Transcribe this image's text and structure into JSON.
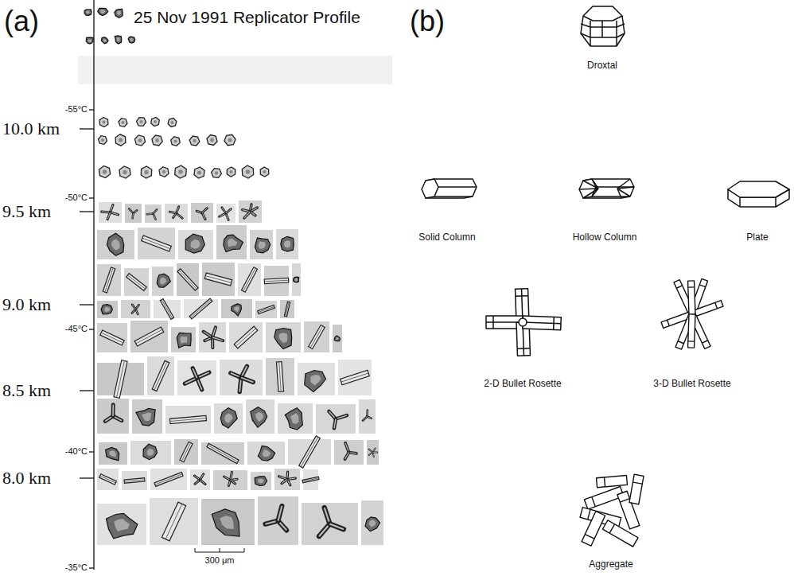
{
  "diagram": {
    "labels": [
      "(a)",
      "25 Nov 1991 Replicator Profile",
      "-55°C",
      "10.0 km",
      "-50°C",
      "9.5 km",
      "9.0 km",
      "-45°C",
      "8.5 km",
      "-40°C",
      "8.0 km",
      "-35°C",
      "300 μm",
      "(b)",
      "Droxtal",
      "Solid Column",
      "Hollow Column",
      "Plate",
      "2-D Bullet Rosette",
      "3-D Bullet Rosette",
      "Aggregate"
    ]
  }
}
